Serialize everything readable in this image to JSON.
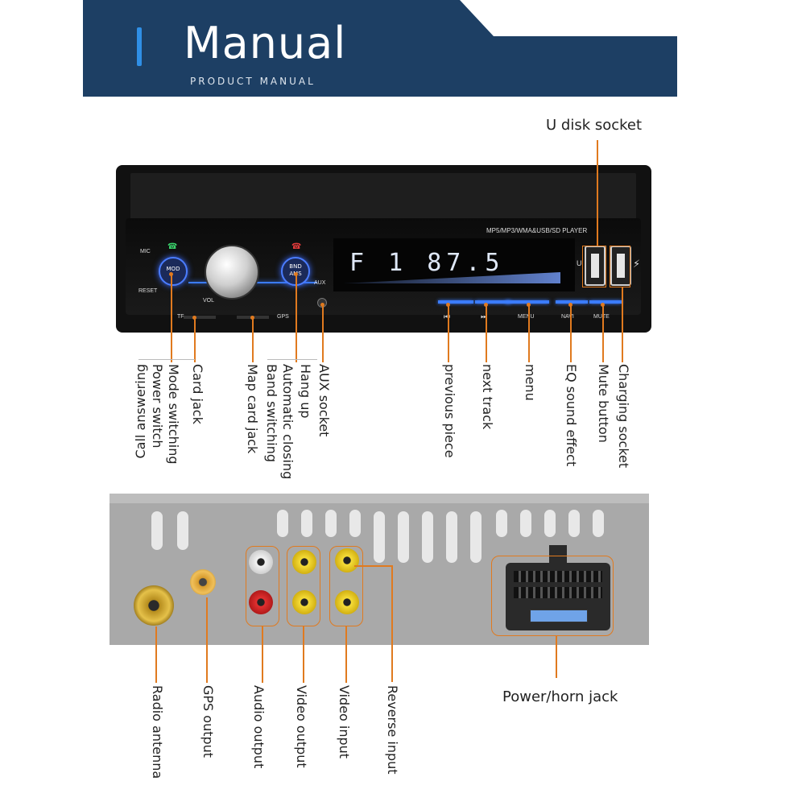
{
  "header": {
    "title": "Manual",
    "subtitle": "PRODUCT MANUAL"
  },
  "front_panel": {
    "display_text": "F 1  87.5  ",
    "badge": "MP5/MP3/WMA&USB/SD PLAYER",
    "small_labels": {
      "mic": "MIC",
      "reset": "RESET",
      "vol": "VOL",
      "aux": "AUX",
      "u": "U",
      "tf": "TF",
      "gps": "GPS",
      "mode_btn": "MOD",
      "band_btn_top": "BND",
      "band_btn_bottom": "AMS",
      "menu": "MENU",
      "navi": "NAVI",
      "mute": "MUTE"
    },
    "callouts": {
      "u_disk_socket": "U disk socket",
      "call_answering": "Call answering",
      "power_switch": "Power switch",
      "mode_switching": "Mode switching",
      "card_jack": "Card jack",
      "map_card_jack": "Map card jack",
      "band_switching": "Band switching",
      "automatic_closing": "Automatic closing",
      "hang_up": "Hang up",
      "aux_socket": "AUX socket",
      "previous_piece": "previous piece",
      "next_track": "next track",
      "menu": "menu",
      "eq_sound_effect": "EQ sound effect",
      "mute_button": "Mute button",
      "charging_socket": "Charging socket"
    }
  },
  "back_panel": {
    "callouts": {
      "radio_antenna": "Radio antenna",
      "gps_output": "GPS output",
      "audio_output": "Audio output",
      "video_output": "Video output",
      "video_input": "Video input",
      "reverse_input": "Reverse input",
      "power_horn_jack": "Power/horn jack"
    }
  },
  "colors": {
    "banner": "#1d3f64",
    "accent_line": "#e07a1f",
    "button_glow": "#4b7dff"
  }
}
